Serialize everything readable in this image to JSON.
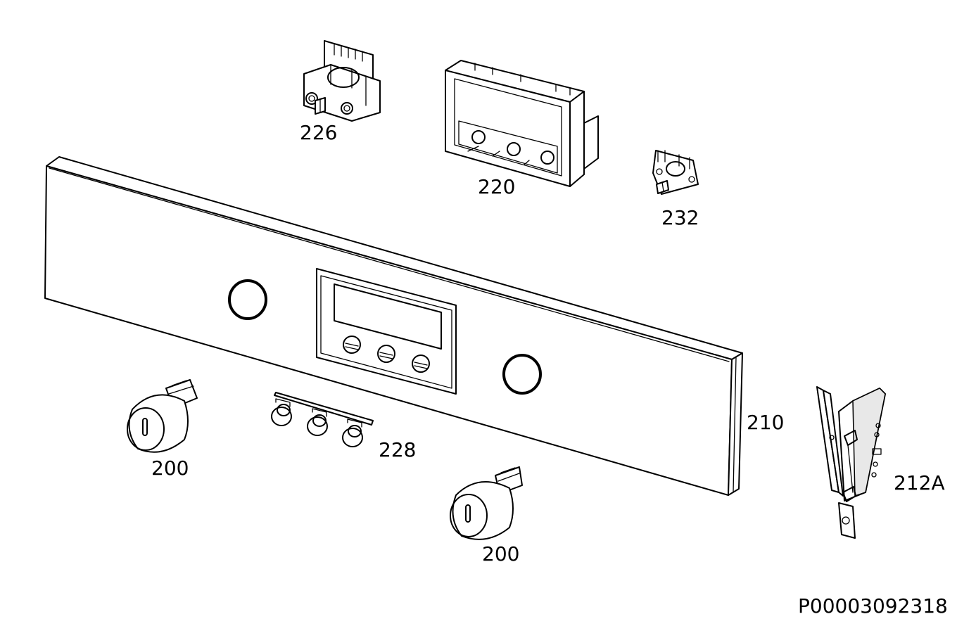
{
  "diagram": {
    "parts": [
      {
        "id": "p226",
        "label": "226"
      },
      {
        "id": "p220",
        "label": "220"
      },
      {
        "id": "p232",
        "label": "232"
      },
      {
        "id": "p210",
        "label": "210"
      },
      {
        "id": "p228",
        "label": "228"
      },
      {
        "id": "p200a",
        "label": "200"
      },
      {
        "id": "p200b",
        "label": "200"
      },
      {
        "id": "p212A",
        "label": "212A"
      }
    ],
    "reference_code": "P00003092318"
  }
}
